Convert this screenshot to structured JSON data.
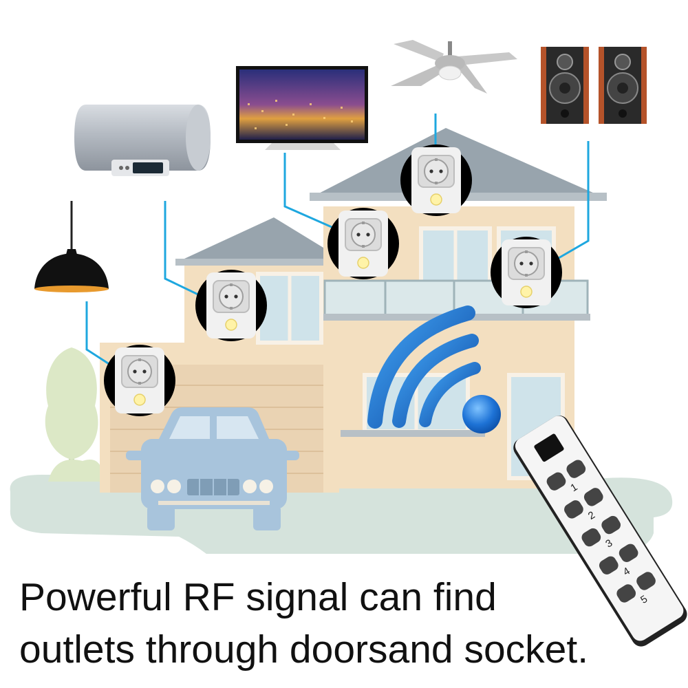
{
  "caption": {
    "line1": "Powerful RF signal can find",
    "line2": "outlets through doorsand socket."
  },
  "remote": {
    "buttons": [
      "1",
      "2",
      "3",
      "4",
      "5"
    ]
  },
  "colors": {
    "wire": "#1ea7df",
    "signal": "#1565c0",
    "house_wall": "#f3dfc0",
    "roof": "#98a4ad",
    "glass": "#cfe3ea",
    "ground": "#d5e3dc",
    "car": "#a8c4dc",
    "socket_bg": "#000000",
    "socket_plate": "#eeeeee"
  },
  "icons": [
    "pendant-lamp-icon",
    "water-heater-icon",
    "tv-icon",
    "ceiling-fan-icon",
    "speakers-icon",
    "socket-icon",
    "remote-control-icon",
    "car-icon",
    "tree-icon",
    "signal-waves-icon"
  ]
}
